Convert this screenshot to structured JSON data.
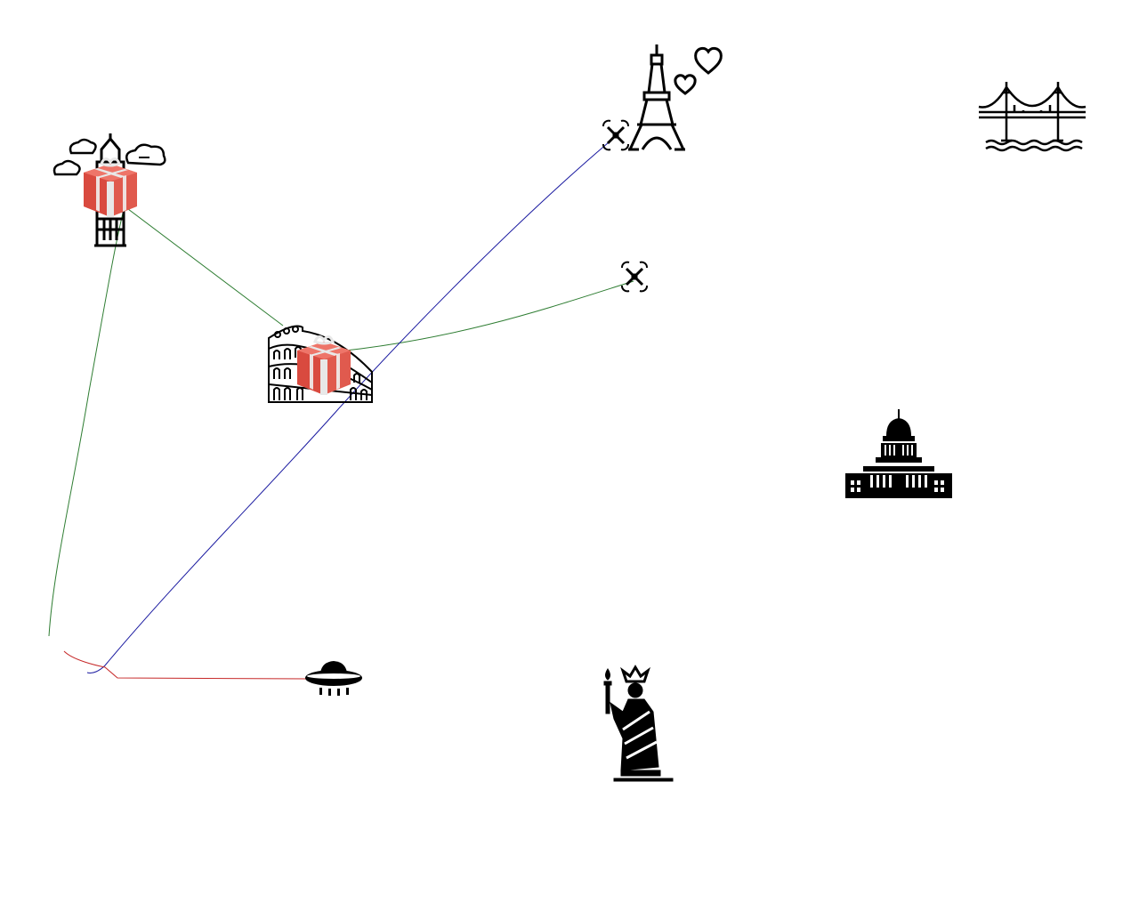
{
  "scene": {
    "background": "#ffffff",
    "landmarks": [
      {
        "id": "big-ben",
        "icon": "big-ben-icon"
      },
      {
        "id": "eiffel-tower",
        "icon": "eiffel-tower-icon"
      },
      {
        "id": "golden-gate-bridge",
        "icon": "golden-gate-bridge-icon"
      },
      {
        "id": "colosseum",
        "icon": "colosseum-icon"
      },
      {
        "id": "us-capitol",
        "icon": "capitol-building-icon"
      },
      {
        "id": "statue-of-liberty",
        "icon": "statue-of-liberty-icon"
      }
    ],
    "packages": [
      {
        "id": "gift-big-ben",
        "icon": "gift-box-icon",
        "color": "#e05a4e"
      },
      {
        "id": "gift-colosseum",
        "icon": "gift-box-icon",
        "color": "#e05a4e"
      }
    ],
    "drones": [
      {
        "id": "drone-near-eiffel",
        "icon": "drone-icon"
      },
      {
        "id": "drone-center",
        "icon": "drone-icon"
      }
    ],
    "ufo": {
      "icon": "ufo-icon"
    },
    "trails": [
      {
        "id": "green-trail",
        "color": "#2e7d32"
      },
      {
        "id": "blue-trail",
        "color": "#1a1aa0"
      },
      {
        "id": "red-trail",
        "color": "#c62828"
      }
    ]
  }
}
